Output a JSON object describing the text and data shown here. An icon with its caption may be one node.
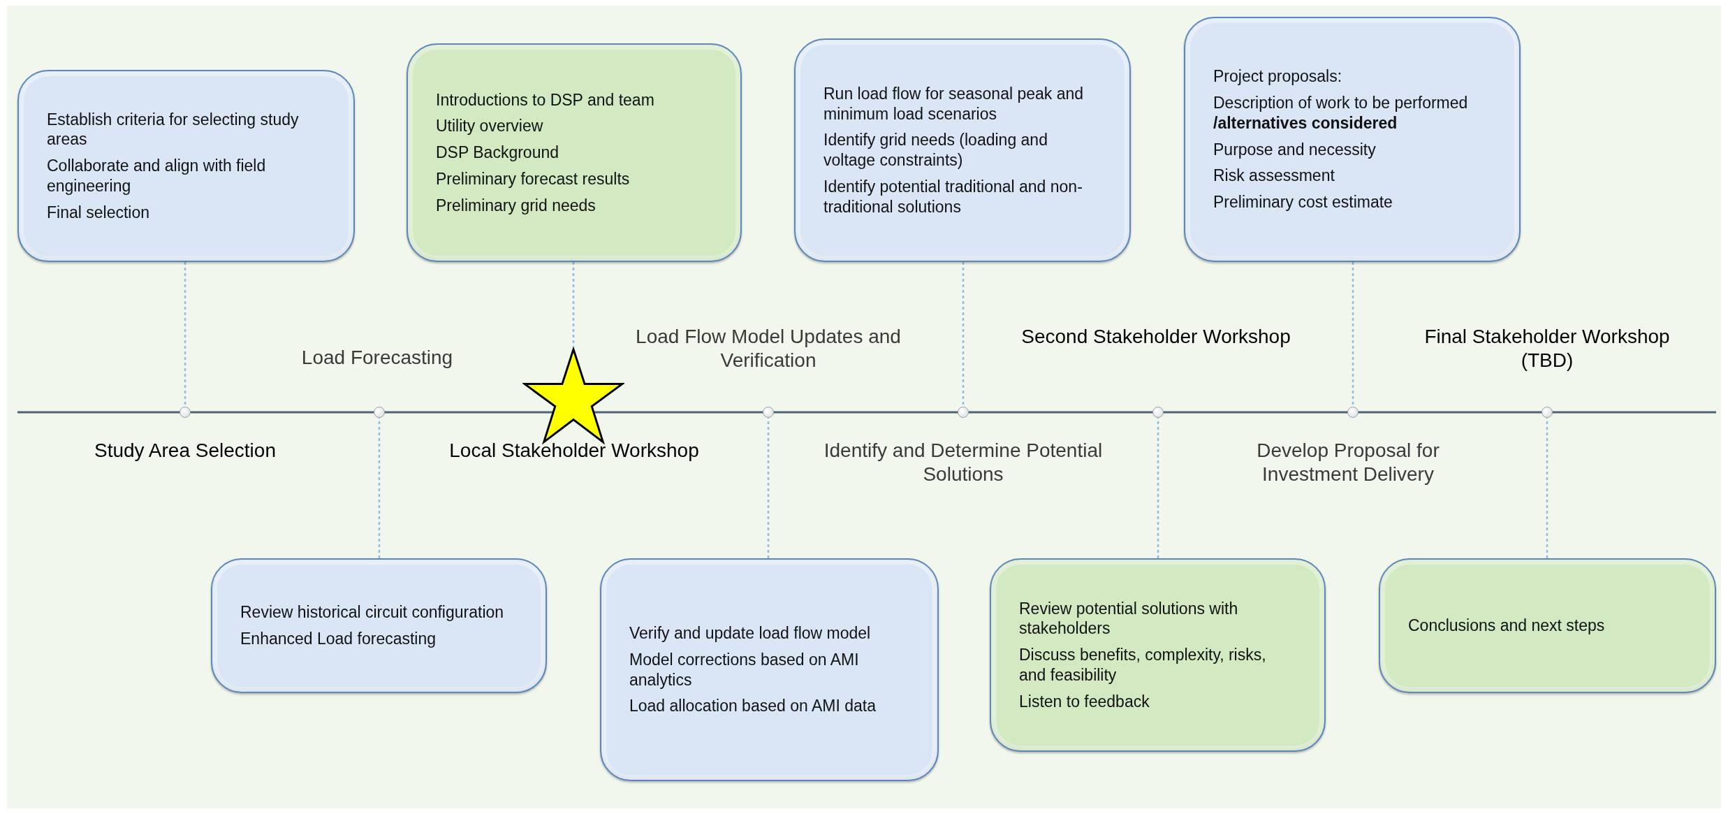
{
  "diagram": {
    "nodes": [
      {
        "text": [
          "Establish criteria for selecting study areas",
          "Collaborate and align with field engineering",
          "Final selection"
        ]
      },
      {
        "text": [
          "Introductions to DSP and team",
          "Utility overview",
          "DSP Background",
          "Preliminary forecast results",
          "Preliminary grid needs"
        ]
      },
      {
        "text": [
          "Run load flow for seasonal peak and minimum load scenarios",
          "Identify grid needs (loading and voltage constraints)",
          "Identify potential traditional and non-traditional solutions"
        ]
      },
      {
        "text": [
          "Project proposals:",
          "Description of work to be performed **/alternatives considered**",
          "Purpose and necessity",
          "Risk assessment",
          "Preliminary cost estimate"
        ]
      },
      {
        "text": [],
        "shape": "circle"
      },
      {
        "text": [],
        "shape": "circle"
      },
      {
        "text": [],
        "shape": "star"
      },
      {
        "text": [],
        "shape": "circle"
      },
      {
        "text": [],
        "shape": "circle"
      },
      {
        "text": [],
        "shape": "circle"
      },
      {
        "text": [],
        "shape": "circle"
      },
      {
        "text": [],
        "shape": "circle"
      },
      {
        "text": [
          "Review historical circuit configuration",
          "Enhanced Load forecasting"
        ]
      },
      {
        "text": [
          "Verify and update load flow model",
          "Model corrections based on AMI analytics",
          "Load allocation based on AMI data"
        ]
      },
      {
        "text": [
          "Review potential solutions with stakeholders",
          "Discuss benefits, complexity, risks, and feasibility",
          "Listen to feedback"
        ]
      },
      {
        "text": [
          "Conclusions and next steps"
        ]
      }
    ],
    "edges": [
      {
        "from": 0,
        "to": 4,
        "arrow": "none",
        "style": "dashed"
      },
      {
        "from": 1,
        "to": 6,
        "arrow": "none",
        "style": "dashed"
      },
      {
        "from": 2,
        "to": 8,
        "arrow": "none",
        "style": "dashed"
      },
      {
        "from": 3,
        "to": 10,
        "arrow": "none",
        "style": "dashed"
      },
      {
        "from": 12,
        "to": 5,
        "arrow": "none",
        "style": "dashed"
      },
      {
        "from": 13,
        "to": 7,
        "arrow": "none",
        "style": "dashed"
      },
      {
        "from": 14,
        "to": 9,
        "arrow": "none",
        "style": "dashed"
      },
      {
        "from": 15,
        "to": 11,
        "arrow": "none",
        "style": "dashed"
      }
    ],
    "labels": [
      "Load Forecasting",
      "Load Flow Model Updates and Verification",
      "Second Stakeholder Workshop",
      "Final Stakeholder Workshop (TBD)",
      "Study Area Selection",
      "Local Stakeholder Workshop",
      "Identify and Determine Potential Solutions",
      "Develop Proposal for Investment Delivery"
    ]
  }
}
